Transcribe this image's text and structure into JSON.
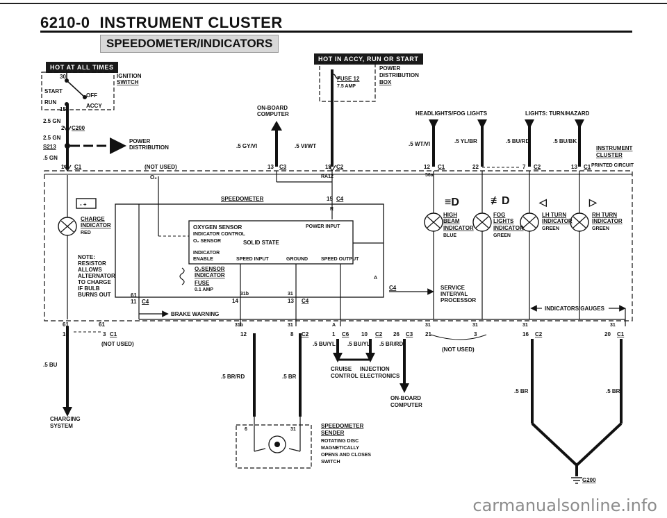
{
  "header": {
    "number": "6210-0",
    "title": "INSTRUMENT CLUSTER",
    "section": "SPEEDOMETER/INDICATORS"
  },
  "badges": {
    "hot_at_all_times": "HOT AT ALL TIMES",
    "hot_in_accy": "HOT IN ACCY, RUN OR START"
  },
  "ignition": {
    "label": "IGNITION",
    "switch": "SWITCH",
    "pos_30": "30",
    "start": "START",
    "off": "OFF",
    "run": "RUN",
    "accy": "ACCY",
    "pin_15": "15"
  },
  "fuse": {
    "name": "FUSE 12",
    "rating": "7.5 AMP",
    "power": "POWER",
    "distribution": "DISTRIBUTION",
    "box": "BOX"
  },
  "left_wiring": {
    "w1": "2.5 GN",
    "c200_pin": "2",
    "c200": "C200",
    "w2": "2.5 GN",
    "s213": "S213",
    "power": "POWER",
    "distribution": "DISTRIBUTION",
    "w3": ".5 GN",
    "pin14": "14",
    "c1": "C1",
    "not_used": "(NOT USED)"
  },
  "top_connectors": {
    "onboard": "ON-BOARD",
    "computer": "COMPUTER",
    "gy_vi": ".5 GY/VI",
    "vi_wt": ".5 VI/WT",
    "pin13a": "13",
    "c3": "C3",
    "pin13b": "13",
    "c2": "C2",
    "ra12": "RA12",
    "o2": "O₂"
  },
  "lights": {
    "headlights_fog": "HEADLIGHTS/FOG LIGHTS",
    "turn_hazard": "LIGHTS: TURN/HAZARD",
    "wt_vi": ".5 WT/VI",
    "yl_br": ".5 YL/BR",
    "bu_rd": ".5 BU/RD",
    "bu_bk": ".5 BU/BK",
    "instrument": "INSTRUMENT",
    "cluster": "CLUSTER",
    "printed_circuit": "PRINTED CIRCUIT",
    "pin12": "12",
    "c1": "C1",
    "pin22": "22",
    "pin7": "7",
    "c2": "C2",
    "pin13": "13",
    "c1b": "C1",
    "s6": "56a"
  },
  "indicators": {
    "charge": "CHARGE",
    "indicator": "INDICATOR",
    "red": "RED",
    "high": "HIGH",
    "beam": "BEAM",
    "blue": "BLUE",
    "fog": "FOG",
    "lights": "LIGHTS",
    "green": "GREEN",
    "lh_turn": "LH TURN",
    "rh_turn": "RH TURN"
  },
  "speedometer": {
    "title": "SPEEDOMETER",
    "pin15": "15",
    "c4": "C4",
    "r": "R",
    "oxygen_sensor": "OXYGEN SENSOR",
    "indicator_control": "INDICATOR CONTROL",
    "o2_sensor": "O₂ SENSOR",
    "power_input": "POWER INPUT",
    "solid_state": "SOLID STATE",
    "indicator": "INDICATOR",
    "enable": "ENABLE",
    "speed_input": "SPEED INPUT",
    "ground": "GROUND",
    "speed_output": "SPEED OUTPUT",
    "o2_sensor_ind": "O₂SENSOR",
    "indicator2": "INDICATOR",
    "fuse": "FUSE",
    "fuse_amp": "0.1 AMP",
    "a": "A",
    "pin31a": "31b",
    "pin31b": "31"
  },
  "note": {
    "l1": "NOTE:",
    "l2": "RESISTOR",
    "l3": "ALLOWS",
    "l4": "ALTERNATOR",
    "l5": "TO CHARGE",
    "l6": "IF BULB",
    "l7": "BURNS OUT"
  },
  "mid_connectors": {
    "p61": "61",
    "p11": "11",
    "c4": "C4",
    "p14": "14",
    "p13": "13",
    "c4b": "C4",
    "brake": "BRAKE WARNING",
    "service": "SERVICE",
    "interval": "INTERVAL",
    "processor": "PROCESSOR",
    "c4c": "C4",
    "indicators_gauges": "INDICATORS/GAUGES"
  },
  "bottom": {
    "p61a": "61",
    "p61b": "61",
    "p16": "16",
    "p3": "3",
    "c1": "C1",
    "not_used": "(NOT USED)",
    "p31b": "31b",
    "p31": "31",
    "pa": "A",
    "p12": "12",
    "p8": "8",
    "c2": "C2",
    "p1": "1",
    "c6": "C6",
    "p10": "10",
    "c2b": "C2",
    "p26": "26",
    "c3": "C3",
    "p21": "21",
    "p3b": "3",
    "not_used2": "(NOT USED)",
    "p16b": "16",
    "c2c": "C2",
    "p20": "20",
    "c1b": "C1",
    "p31c": "31",
    "p31d": "31",
    "p31e": "31",
    "p31f": "31",
    "bu_yl1": ".5 BU/YL",
    "bu_yl2": ".5 BU/YL",
    "br_rd": ".5 BR/RD",
    "bu": ".5 BU",
    "br_rd2": ".5 BR/RD",
    "br": ".5 BR",
    "cruise": "CRUISE",
    "control": "CONTROL",
    "injection": "INJECTION",
    "electronics": "ELECTRONICS",
    "onboard": "ON-BOARD",
    "computer": "COMPUTER",
    "charging": "CHARGING",
    "system": "SYSTEM",
    "br3": ".5 BR",
    "br4": ".5 BR",
    "g200": "G200"
  },
  "sender": {
    "p6": "6",
    "p31": "31",
    "title": "SPEEDOMETER",
    "sender": "SENDER",
    "d1": "ROTATING DISC",
    "d2": "MAGNETICALLY",
    "d3": "OPENS AND CLOSES",
    "d4": "SWITCH"
  },
  "watermark": "carmanualsonline.info"
}
